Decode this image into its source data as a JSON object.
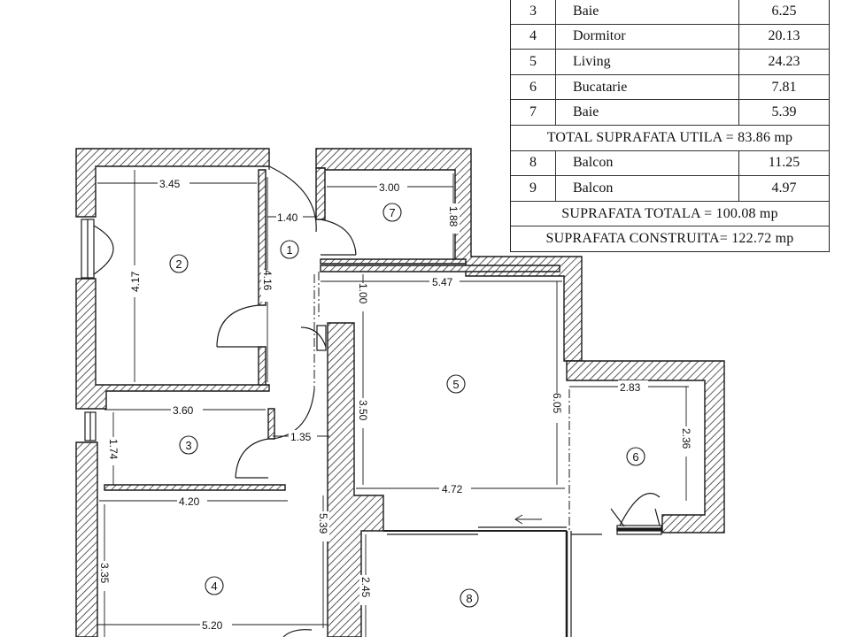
{
  "area_table": {
    "rows": [
      {
        "nr": "3",
        "name": "Baie",
        "area": "6.25"
      },
      {
        "nr": "4",
        "name": "Dormitor",
        "area": "20.13"
      },
      {
        "nr": "5",
        "name": "Living",
        "area": "24.23"
      },
      {
        "nr": "6",
        "name": "Bucatarie",
        "area": "7.81"
      },
      {
        "nr": "7",
        "name": "Baie",
        "area": "5.39"
      }
    ],
    "total_utila": "TOTAL SUPRAFATA UTILA = 83.86 mp",
    "balcony_rows": [
      {
        "nr": "8",
        "name": "Balcon",
        "area": "11.25"
      },
      {
        "nr": "9",
        "name": "Balcon",
        "area": "4.97"
      }
    ],
    "total": "SUPRAFATA TOTALA = 100.08 mp",
    "construita": "SUPRAFATA CONSTRUITA= 122.72 mp"
  },
  "rooms": [
    {
      "id": "1",
      "label": "1"
    },
    {
      "id": "2",
      "label": "2"
    },
    {
      "id": "3",
      "label": "3"
    },
    {
      "id": "4",
      "label": "4"
    },
    {
      "id": "5",
      "label": "5"
    },
    {
      "id": "6",
      "label": "6"
    },
    {
      "id": "7",
      "label": "7"
    },
    {
      "id": "8",
      "label": "8"
    }
  ],
  "dimensions": {
    "room2_width": "3.45",
    "room2_height": "4.17",
    "hall_width": "1.40",
    "hall_height": "4.16",
    "room7_width": "3.00",
    "room7_height": "1.88",
    "room5_top": "5.47",
    "room5_offset": "1.00",
    "room5_left": "3.50",
    "room5_right": "6.05",
    "room5_bottom": "4.72",
    "room6_width": "2.83",
    "room6_height": "2.36",
    "room3_width": "3.60",
    "room3_height": "1.74",
    "hall2_width": "1.35",
    "room4_top": "4.20",
    "room4_right": "5.39",
    "room4_left": "3.35",
    "room4_bottom": "5.20",
    "room8_left": "2.45"
  },
  "colors": {
    "line": "#1a1a1a",
    "hatch": "#333333",
    "background": "#ffffff"
  }
}
